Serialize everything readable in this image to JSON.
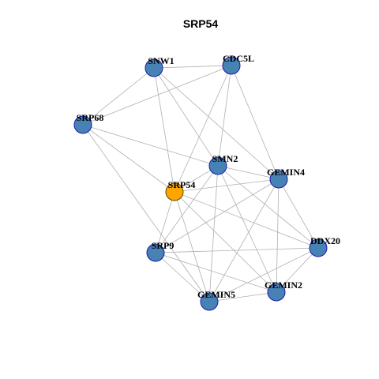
{
  "title": "SRP54",
  "colors": {
    "node_default": "#4682B4",
    "node_default_border": "#1a1aa8",
    "node_focus": "#FFA500",
    "node_focus_border": "#5a4a00",
    "edge": "#b0b0b0",
    "background": "#ffffff"
  },
  "nodes": [
    {
      "id": "SNW1",
      "label": "SNW1",
      "focus": false
    },
    {
      "id": "CDC5L",
      "label": "CDC5L",
      "focus": false
    },
    {
      "id": "SRP68",
      "label": "SRP68",
      "focus": false
    },
    {
      "id": "SMN2",
      "label": "SMN2",
      "focus": false
    },
    {
      "id": "GEMIN4",
      "label": "GEMIN4",
      "focus": false
    },
    {
      "id": "SRP54",
      "label": "SRP54",
      "focus": true
    },
    {
      "id": "DDX20",
      "label": "DDX20",
      "focus": false
    },
    {
      "id": "SRP9",
      "label": "SRP9",
      "focus": false
    },
    {
      "id": "GEMIN2",
      "label": "GEMIN2",
      "focus": false
    },
    {
      "id": "GEMIN5",
      "label": "GEMIN5",
      "focus": false
    }
  ],
  "edges": [
    [
      "SNW1",
      "CDC5L"
    ],
    [
      "SNW1",
      "SRP68"
    ],
    [
      "SNW1",
      "SMN2"
    ],
    [
      "SNW1",
      "GEMIN4"
    ],
    [
      "SNW1",
      "SRP54"
    ],
    [
      "CDC5L",
      "SRP68"
    ],
    [
      "CDC5L",
      "SMN2"
    ],
    [
      "CDC5L",
      "GEMIN4"
    ],
    [
      "CDC5L",
      "SRP54"
    ],
    [
      "SRP68",
      "SMN2"
    ],
    [
      "SRP68",
      "SRP54"
    ],
    [
      "SRP68",
      "GEMIN5"
    ],
    [
      "SMN2",
      "GEMIN4"
    ],
    [
      "SMN2",
      "SRP54"
    ],
    [
      "SMN2",
      "SRP9"
    ],
    [
      "SMN2",
      "GEMIN5"
    ],
    [
      "SMN2",
      "GEMIN2"
    ],
    [
      "SMN2",
      "DDX20"
    ],
    [
      "GEMIN4",
      "SRP54"
    ],
    [
      "GEMIN4",
      "DDX20"
    ],
    [
      "GEMIN4",
      "SRP9"
    ],
    [
      "GEMIN4",
      "GEMIN2"
    ],
    [
      "GEMIN4",
      "GEMIN5"
    ],
    [
      "SRP54",
      "SRP9"
    ],
    [
      "SRP54",
      "DDX20"
    ],
    [
      "SRP54",
      "GEMIN2"
    ],
    [
      "SRP54",
      "GEMIN5"
    ],
    [
      "DDX20",
      "SRP9"
    ],
    [
      "DDX20",
      "GEMIN2"
    ],
    [
      "DDX20",
      "GEMIN5"
    ],
    [
      "SRP9",
      "GEMIN5"
    ],
    [
      "SRP9",
      "GEMIN2"
    ],
    [
      "GEMIN2",
      "GEMIN5"
    ]
  ]
}
